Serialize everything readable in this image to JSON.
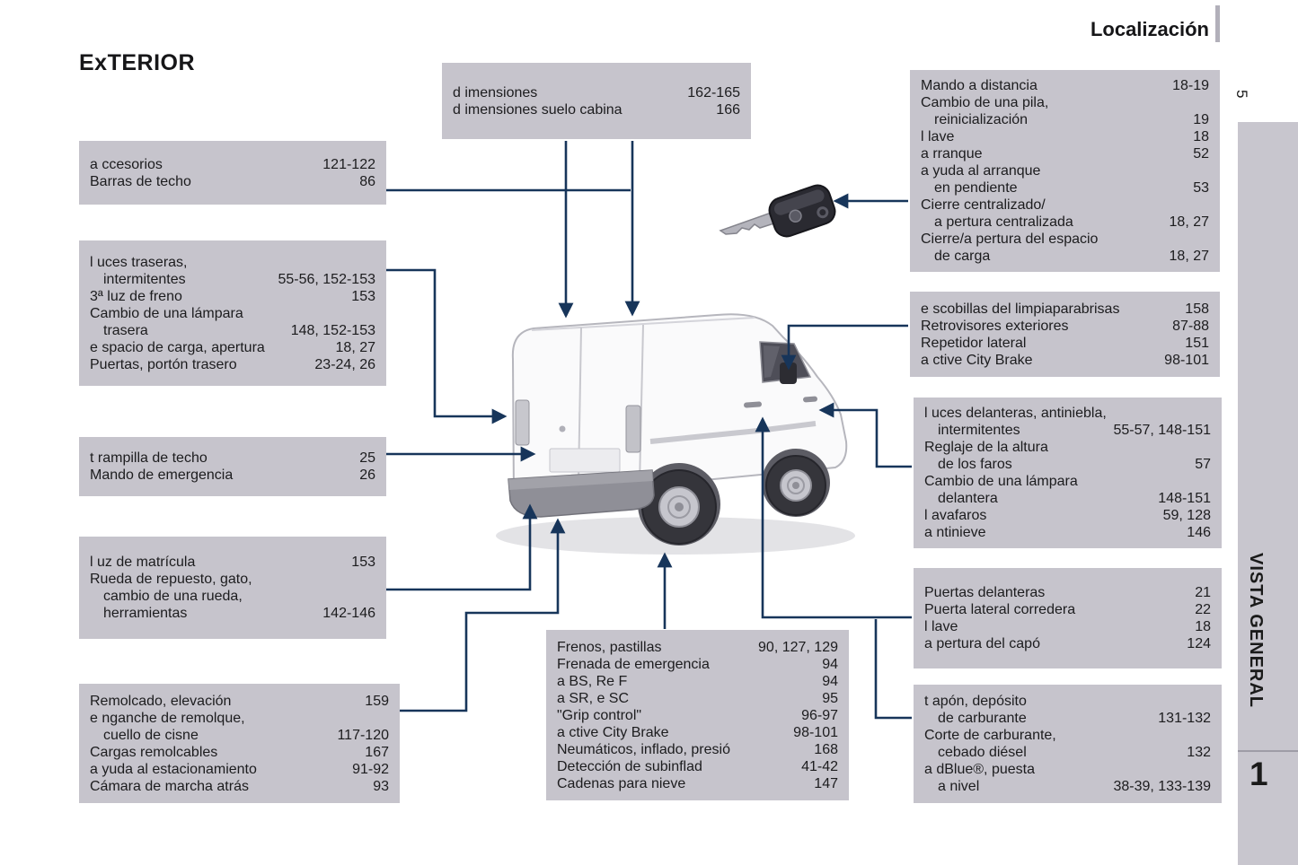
{
  "page": {
    "header": "Localización",
    "title": "ExTERIOR",
    "page_number": "5",
    "sidebar_label": "VISTA GENERAL",
    "chapter_number": "1"
  },
  "figure": {
    "van_icon": "van-rear-three-quarter-illustration",
    "key_icon": "remote-flip-key-illustration"
  },
  "colors": {
    "connector_navy": "#17355a",
    "box_background": "#c6c4cc",
    "sidebar_band": "#c8c6ce",
    "text": "#1f1f21"
  },
  "boxes": [
    {
      "id": "dimensiones",
      "rows": [
        {
          "t": "d imensiones",
          "p": "162-165"
        },
        {
          "t": "d imensiones suelo cabina",
          "p": "166"
        }
      ]
    },
    {
      "id": "accesorios",
      "rows": [
        {
          "t": "a ccesorios",
          "p": "121-122"
        },
        {
          "t": "Barras de techo",
          "p": "86"
        }
      ]
    },
    {
      "id": "luces-traseras",
      "rows": [
        {
          "t": "l uces traseras,"
        },
        {
          "t": "intermitentes",
          "p": "55-56, 152-153",
          "i": 1
        },
        {
          "t": "3ª luz de freno",
          "p": "153"
        },
        {
          "t": "Cambio de una lámpara"
        },
        {
          "t": "trasera",
          "p": "148, 152-153",
          "i": 1
        },
        {
          "t": "e spacio de carga, apertura",
          "p": "18, 27"
        },
        {
          "t": "Puertas, portón trasero",
          "p": "23-24, 26"
        }
      ]
    },
    {
      "id": "trampilla",
      "rows": [
        {
          "t": "t rampilla de techo",
          "p": "25"
        },
        {
          "t": "Mando de emergencia",
          "p": "26"
        }
      ]
    },
    {
      "id": "matricula",
      "rows": [
        {
          "t": "l uz de matrícula",
          "p": "153"
        },
        {
          "t": "Rueda de repuesto, gato,"
        },
        {
          "t": "cambio de una rueda,",
          "i": 1
        },
        {
          "t": "herramientas",
          "p": "142-146",
          "i": 1
        }
      ]
    },
    {
      "id": "remolcado",
      "rows": [
        {
          "t": "Remolcado, elevación",
          "p": "159"
        },
        {
          "t": "e nganche de remolque,"
        },
        {
          "t": "cuello de cisne",
          "p": "117-120",
          "i": 1
        },
        {
          "t": "Cargas remolcables",
          "p": "167"
        },
        {
          "t": "a yuda al estacionamiento",
          "p": "91-92"
        },
        {
          "t": "Cámara de marcha atrás",
          "p": "93"
        }
      ]
    },
    {
      "id": "frenos",
      "rows": [
        {
          "t": "Frenos, pastillas",
          "p": "90, 127, 129"
        },
        {
          "t": "Frenada de emergencia",
          "p": "94"
        },
        {
          "t": "a BS, Re F",
          "p": "94"
        },
        {
          "t": "a SR, e SC",
          "p": "95"
        },
        {
          "t": "\"Grip control\"",
          "p": "96-97"
        },
        {
          "t": "a ctive City Brake",
          "p": "98-101"
        },
        {
          "t": "Neumáticos, inflado, presió",
          "p": "168"
        },
        {
          "t": "Detección de subinflad",
          "p": "41-42"
        },
        {
          "t": "Cadenas para nieve",
          "p": "147"
        }
      ]
    },
    {
      "id": "mando",
      "rows": [
        {
          "t": "Mando a distancia",
          "p": "18-19"
        },
        {
          "t": "Cambio de una pila,"
        },
        {
          "t": "reinicialización",
          "p": "19",
          "i": 1
        },
        {
          "t": "l lave",
          "p": "18"
        },
        {
          "t": "a rranque",
          "p": "52"
        },
        {
          "t": "a yuda al arranque"
        },
        {
          "t": "en pendiente",
          "p": "53",
          "i": 1
        },
        {
          "t": "Cierre centralizado/"
        },
        {
          "t": "a pertura centralizada",
          "p": "18, 27",
          "i": 1
        },
        {
          "t": "Cierre/a pertura del espacio"
        },
        {
          "t": "de carga",
          "p": "18, 27",
          "i": 1
        }
      ]
    },
    {
      "id": "escobillas",
      "rows": [
        {
          "t": "e scobillas del limpiaparabrisas",
          "p": "158"
        },
        {
          "t": "Retrovisores exteriores",
          "p": "87-88"
        },
        {
          "t": "Repetidor lateral",
          "p": "151"
        },
        {
          "t": "a ctive City Brake",
          "p": "98-101"
        }
      ]
    },
    {
      "id": "luces-delanteras",
      "rows": [
        {
          "t": "l uces delanteras, antiniebla,"
        },
        {
          "t": "intermitentes",
          "p": "55-57, 148-151",
          "i": 1
        },
        {
          "t": "Reglaje de la altura"
        },
        {
          "t": "de los faros",
          "p": "57",
          "i": 1
        },
        {
          "t": "Cambio de una lámpara"
        },
        {
          "t": "delantera",
          "p": "148-151",
          "i": 1
        },
        {
          "t": "l avafaros",
          "p": "59, 128"
        },
        {
          "t": "a ntinieve",
          "p": "146"
        }
      ]
    },
    {
      "id": "puertas",
      "rows": [
        {
          "t": "Puertas delanteras",
          "p": "21"
        },
        {
          "t": "Puerta lateral corredera",
          "p": "22"
        },
        {
          "t": "l lave",
          "p": "18"
        },
        {
          "t": "a pertura del capó",
          "p": "124"
        }
      ]
    },
    {
      "id": "tapon",
      "rows": [
        {
          "t": "t apón, depósito"
        },
        {
          "t": "de carburante",
          "p": "131-132",
          "i": 1
        },
        {
          "t": "Corte de carburante,"
        },
        {
          "t": "cebado diésel",
          "p": "132",
          "i": 1
        },
        {
          "t": "a dBlue®, puesta"
        },
        {
          "t": "a nivel",
          "p": "38-39, 133-139",
          "i": 1
        }
      ]
    }
  ]
}
